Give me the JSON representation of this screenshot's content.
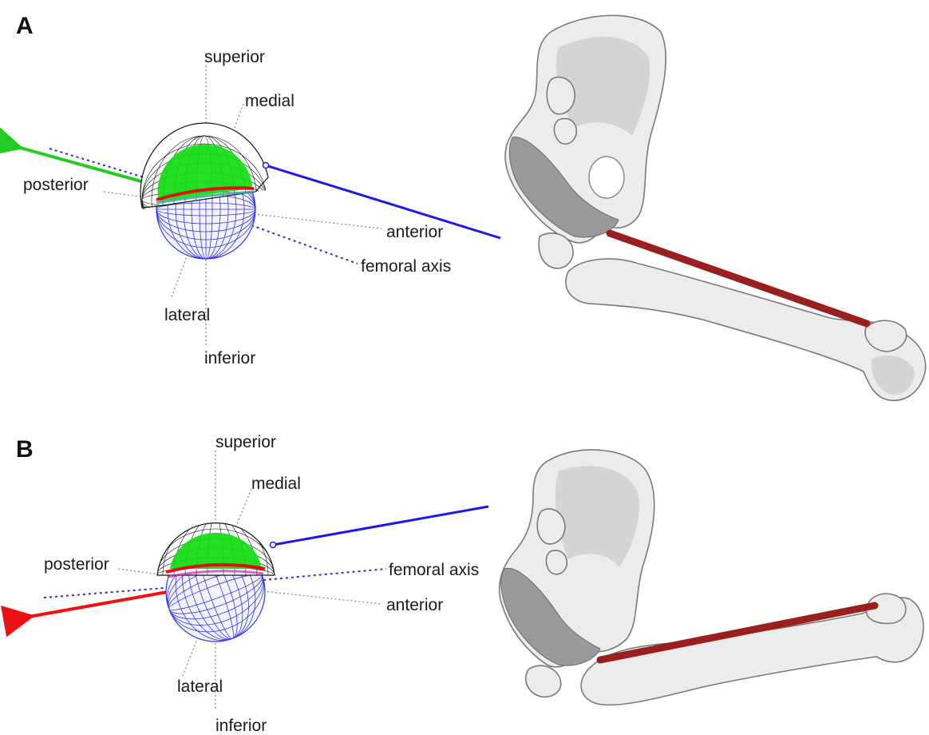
{
  "panels": [
    {
      "letter": "A",
      "labels": {
        "superior": "superior",
        "medial": "medial",
        "posterior": "posterior",
        "anterior": "anterior",
        "femoral_axis": "femoral axis",
        "lateral": "lateral",
        "inferior": "inferior"
      },
      "arrow_color": "#22cc22"
    },
    {
      "letter": "B",
      "labels": {
        "superior": "superior",
        "medial": "medial",
        "posterior": "posterior",
        "femoral_axis": "femoral axis",
        "anterior": "anterior",
        "lateral": "lateral",
        "inferior": "inferior"
      },
      "arrow_color": "#ee1111"
    }
  ],
  "colors": {
    "cup_fill": "#11dd11",
    "cup_rim": "#dd1111",
    "head_wire": "#3333ee",
    "cup_wire": "#111111",
    "muscle_rod": "#9a1f1f",
    "axis_line": "#1a1ae6"
  }
}
